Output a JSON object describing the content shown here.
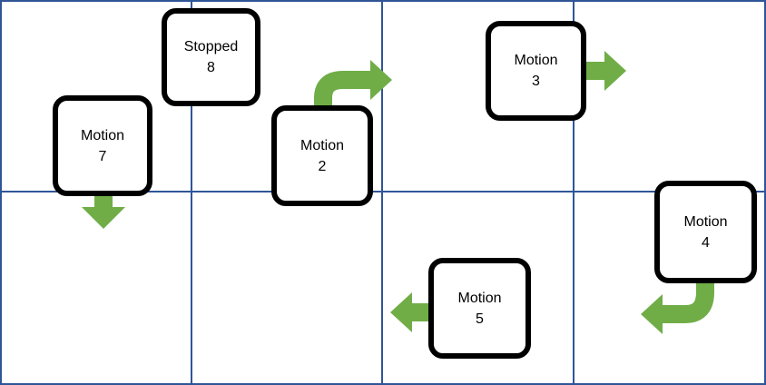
{
  "colors": {
    "grid_line": "#2f5597",
    "box_border": "#000000",
    "arrow": "#70ad47"
  },
  "grid": {
    "rows": 2,
    "cols": 4
  },
  "objects": [
    {
      "state": "Stopped",
      "id": "8",
      "direction": "none"
    },
    {
      "state": "Motion",
      "id": "7",
      "direction": "down"
    },
    {
      "state": "Motion",
      "id": "2",
      "direction": "up-then-right"
    },
    {
      "state": "Motion",
      "id": "3",
      "direction": "right"
    },
    {
      "state": "Motion",
      "id": "4",
      "direction": "down-then-left"
    },
    {
      "state": "Motion",
      "id": "5",
      "direction": "left"
    }
  ]
}
